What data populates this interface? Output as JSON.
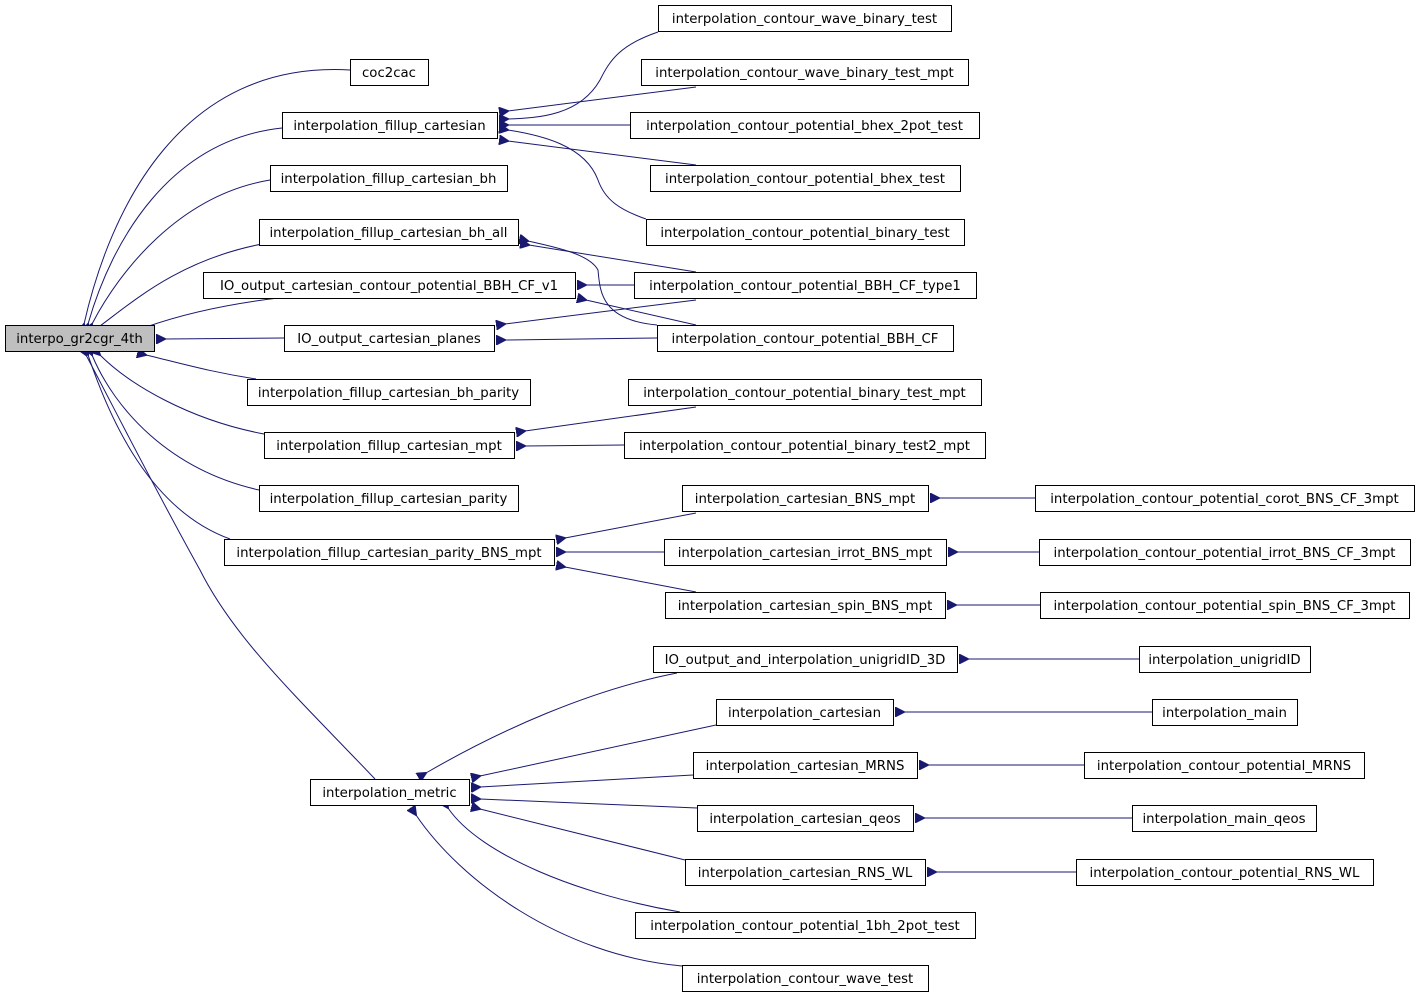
{
  "graph": {
    "colors": {
      "edge": "#191970",
      "root_fill": "#bfbfbf",
      "node_fill": "#ffffff",
      "node_border": "#000000"
    },
    "nodes": [
      {
        "id": "interpo_gr2cgr_4th",
        "label": "interpo_gr2cgr_4th",
        "root": true
      },
      {
        "id": "coc2cac",
        "label": "coc2cac"
      },
      {
        "id": "interpolation_fillup_cartesian",
        "label": "interpolation_fillup_cartesian"
      },
      {
        "id": "interpolation_fillup_cartesian_bh",
        "label": "interpolation_fillup_cartesian_bh"
      },
      {
        "id": "interpolation_fillup_cartesian_bh_all",
        "label": "interpolation_fillup_cartesian_bh_all"
      },
      {
        "id": "IO_output_cartesian_contour_potential_BBH_CF_v1",
        "label": "IO_output_cartesian_contour_potential_BBH_CF_v1"
      },
      {
        "id": "IO_output_cartesian_planes",
        "label": "IO_output_cartesian_planes"
      },
      {
        "id": "interpolation_fillup_cartesian_bh_parity",
        "label": "interpolation_fillup_cartesian_bh_parity"
      },
      {
        "id": "interpolation_fillup_cartesian_mpt",
        "label": "interpolation_fillup_cartesian_mpt"
      },
      {
        "id": "interpolation_fillup_cartesian_parity",
        "label": "interpolation_fillup_cartesian_parity"
      },
      {
        "id": "interpolation_fillup_cartesian_parity_BNS_mpt",
        "label": "interpolation_fillup_cartesian_parity_BNS_mpt"
      },
      {
        "id": "interpolation_metric",
        "label": "interpolation_metric"
      },
      {
        "id": "interpolation_contour_wave_binary_test",
        "label": "interpolation_contour_wave_binary_test"
      },
      {
        "id": "interpolation_contour_wave_binary_test_mpt",
        "label": "interpolation_contour_wave_binary_test_mpt"
      },
      {
        "id": "interpolation_contour_potential_bhex_2pot_test",
        "label": "interpolation_contour_potential_bhex_2pot_test"
      },
      {
        "id": "interpolation_contour_potential_bhex_test",
        "label": "interpolation_contour_potential_bhex_test"
      },
      {
        "id": "interpolation_contour_potential_binary_test",
        "label": "interpolation_contour_potential_binary_test"
      },
      {
        "id": "interpolation_contour_potential_BBH_CF_type1",
        "label": "interpolation_contour_potential_BBH_CF_type1"
      },
      {
        "id": "interpolation_contour_potential_BBH_CF",
        "label": "interpolation_contour_potential_BBH_CF"
      },
      {
        "id": "interpolation_contour_potential_binary_test_mpt",
        "label": "interpolation_contour_potential_binary_test_mpt"
      },
      {
        "id": "interpolation_contour_potential_binary_test2_mpt",
        "label": "interpolation_contour_potential_binary_test2_mpt"
      },
      {
        "id": "interpolation_cartesian_BNS_mpt",
        "label": "interpolation_cartesian_BNS_mpt"
      },
      {
        "id": "interpolation_cartesian_irrot_BNS_mpt",
        "label": "interpolation_cartesian_irrot_BNS_mpt"
      },
      {
        "id": "interpolation_cartesian_spin_BNS_mpt",
        "label": "interpolation_cartesian_spin_BNS_mpt"
      },
      {
        "id": "IO_output_and_interpolation_unigridID_3D",
        "label": "IO_output_and_interpolation_unigridID_3D"
      },
      {
        "id": "interpolation_cartesian",
        "label": "interpolation_cartesian"
      },
      {
        "id": "interpolation_cartesian_MRNS",
        "label": "interpolation_cartesian_MRNS"
      },
      {
        "id": "interpolation_cartesian_qeos",
        "label": "interpolation_cartesian_qeos"
      },
      {
        "id": "interpolation_cartesian_RNS_WL",
        "label": "interpolation_cartesian_RNS_WL"
      },
      {
        "id": "interpolation_contour_potential_1bh_2pot_test",
        "label": "interpolation_contour_potential_1bh_2pot_test"
      },
      {
        "id": "interpolation_contour_wave_test",
        "label": "interpolation_contour_wave_test"
      },
      {
        "id": "interpolation_contour_potential_corot_BNS_CF_3mpt",
        "label": "interpolation_contour_potential_corot_BNS_CF_3mpt"
      },
      {
        "id": "interpolation_contour_potential_irrot_BNS_CF_3mpt",
        "label": "interpolation_contour_potential_irrot_BNS_CF_3mpt"
      },
      {
        "id": "interpolation_contour_potential_spin_BNS_CF_3mpt",
        "label": "interpolation_contour_potential_spin_BNS_CF_3mpt"
      },
      {
        "id": "interpolation_unigridID",
        "label": "interpolation_unigridID"
      },
      {
        "id": "interpolation_main",
        "label": "interpolation_main"
      },
      {
        "id": "interpolation_contour_potential_MRNS",
        "label": "interpolation_contour_potential_MRNS"
      },
      {
        "id": "interpolation_main_qeos",
        "label": "interpolation_main_qeos"
      },
      {
        "id": "interpolation_contour_potential_RNS_WL",
        "label": "interpolation_contour_potential_RNS_WL"
      }
    ],
    "edges": [
      {
        "from": "coc2cac",
        "to": "interpo_gr2cgr_4th"
      },
      {
        "from": "interpolation_fillup_cartesian",
        "to": "interpo_gr2cgr_4th"
      },
      {
        "from": "interpolation_fillup_cartesian_bh",
        "to": "interpo_gr2cgr_4th"
      },
      {
        "from": "interpolation_fillup_cartesian_bh_all",
        "to": "interpo_gr2cgr_4th"
      },
      {
        "from": "IO_output_cartesian_contour_potential_BBH_CF_v1",
        "to": "interpo_gr2cgr_4th"
      },
      {
        "from": "IO_output_cartesian_planes",
        "to": "interpo_gr2cgr_4th"
      },
      {
        "from": "interpolation_fillup_cartesian_bh_parity",
        "to": "interpo_gr2cgr_4th"
      },
      {
        "from": "interpolation_fillup_cartesian_mpt",
        "to": "interpo_gr2cgr_4th"
      },
      {
        "from": "interpolation_fillup_cartesian_parity",
        "to": "interpo_gr2cgr_4th"
      },
      {
        "from": "interpolation_fillup_cartesian_parity_BNS_mpt",
        "to": "interpo_gr2cgr_4th"
      },
      {
        "from": "interpolation_metric",
        "to": "interpo_gr2cgr_4th"
      },
      {
        "from": "interpolation_contour_wave_binary_test",
        "to": "interpolation_fillup_cartesian"
      },
      {
        "from": "interpolation_contour_wave_binary_test_mpt",
        "to": "interpolation_fillup_cartesian"
      },
      {
        "from": "interpolation_contour_potential_bhex_2pot_test",
        "to": "interpolation_fillup_cartesian"
      },
      {
        "from": "interpolation_contour_potential_bhex_test",
        "to": "interpolation_fillup_cartesian"
      },
      {
        "from": "interpolation_contour_potential_binary_test",
        "to": "interpolation_fillup_cartesian"
      },
      {
        "from": "interpolation_contour_potential_BBH_CF_type1",
        "to": "interpolation_fillup_cartesian_bh_all"
      },
      {
        "from": "interpolation_contour_potential_BBH_CF",
        "to": "interpolation_fillup_cartesian_bh_all"
      },
      {
        "from": "interpolation_contour_potential_BBH_CF_type1",
        "to": "IO_output_cartesian_contour_potential_BBH_CF_v1"
      },
      {
        "from": "interpolation_contour_potential_BBH_CF",
        "to": "IO_output_cartesian_contour_potential_BBH_CF_v1"
      },
      {
        "from": "interpolation_contour_potential_BBH_CF_type1",
        "to": "IO_output_cartesian_planes"
      },
      {
        "from": "interpolation_contour_potential_BBH_CF",
        "to": "IO_output_cartesian_planes"
      },
      {
        "from": "interpolation_contour_potential_binary_test_mpt",
        "to": "interpolation_fillup_cartesian_mpt"
      },
      {
        "from": "interpolation_contour_potential_binary_test2_mpt",
        "to": "interpolation_fillup_cartesian_mpt"
      },
      {
        "from": "interpolation_cartesian_BNS_mpt",
        "to": "interpolation_fillup_cartesian_parity_BNS_mpt"
      },
      {
        "from": "interpolation_cartesian_irrot_BNS_mpt",
        "to": "interpolation_fillup_cartesian_parity_BNS_mpt"
      },
      {
        "from": "interpolation_cartesian_spin_BNS_mpt",
        "to": "interpolation_fillup_cartesian_parity_BNS_mpt"
      },
      {
        "from": "IO_output_and_interpolation_unigridID_3D",
        "to": "interpolation_metric"
      },
      {
        "from": "interpolation_cartesian",
        "to": "interpolation_metric"
      },
      {
        "from": "interpolation_cartesian_MRNS",
        "to": "interpolation_metric"
      },
      {
        "from": "interpolation_cartesian_qeos",
        "to": "interpolation_metric"
      },
      {
        "from": "interpolation_cartesian_RNS_WL",
        "to": "interpolation_metric"
      },
      {
        "from": "interpolation_contour_potential_1bh_2pot_test",
        "to": "interpolation_metric"
      },
      {
        "from": "interpolation_contour_wave_test",
        "to": "interpolation_metric"
      },
      {
        "from": "interpolation_contour_potential_corot_BNS_CF_3mpt",
        "to": "interpolation_cartesian_BNS_mpt"
      },
      {
        "from": "interpolation_contour_potential_irrot_BNS_CF_3mpt",
        "to": "interpolation_cartesian_irrot_BNS_mpt"
      },
      {
        "from": "interpolation_contour_potential_spin_BNS_CF_3mpt",
        "to": "interpolation_cartesian_spin_BNS_mpt"
      },
      {
        "from": "interpolation_unigridID",
        "to": "IO_output_and_interpolation_unigridID_3D"
      },
      {
        "from": "interpolation_main",
        "to": "interpolation_cartesian"
      },
      {
        "from": "interpolation_contour_potential_MRNS",
        "to": "interpolation_cartesian_MRNS"
      },
      {
        "from": "interpolation_main_qeos",
        "to": "interpolation_cartesian_qeos"
      },
      {
        "from": "interpolation_contour_potential_RNS_WL",
        "to": "interpolation_cartesian_RNS_WL"
      }
    ]
  }
}
